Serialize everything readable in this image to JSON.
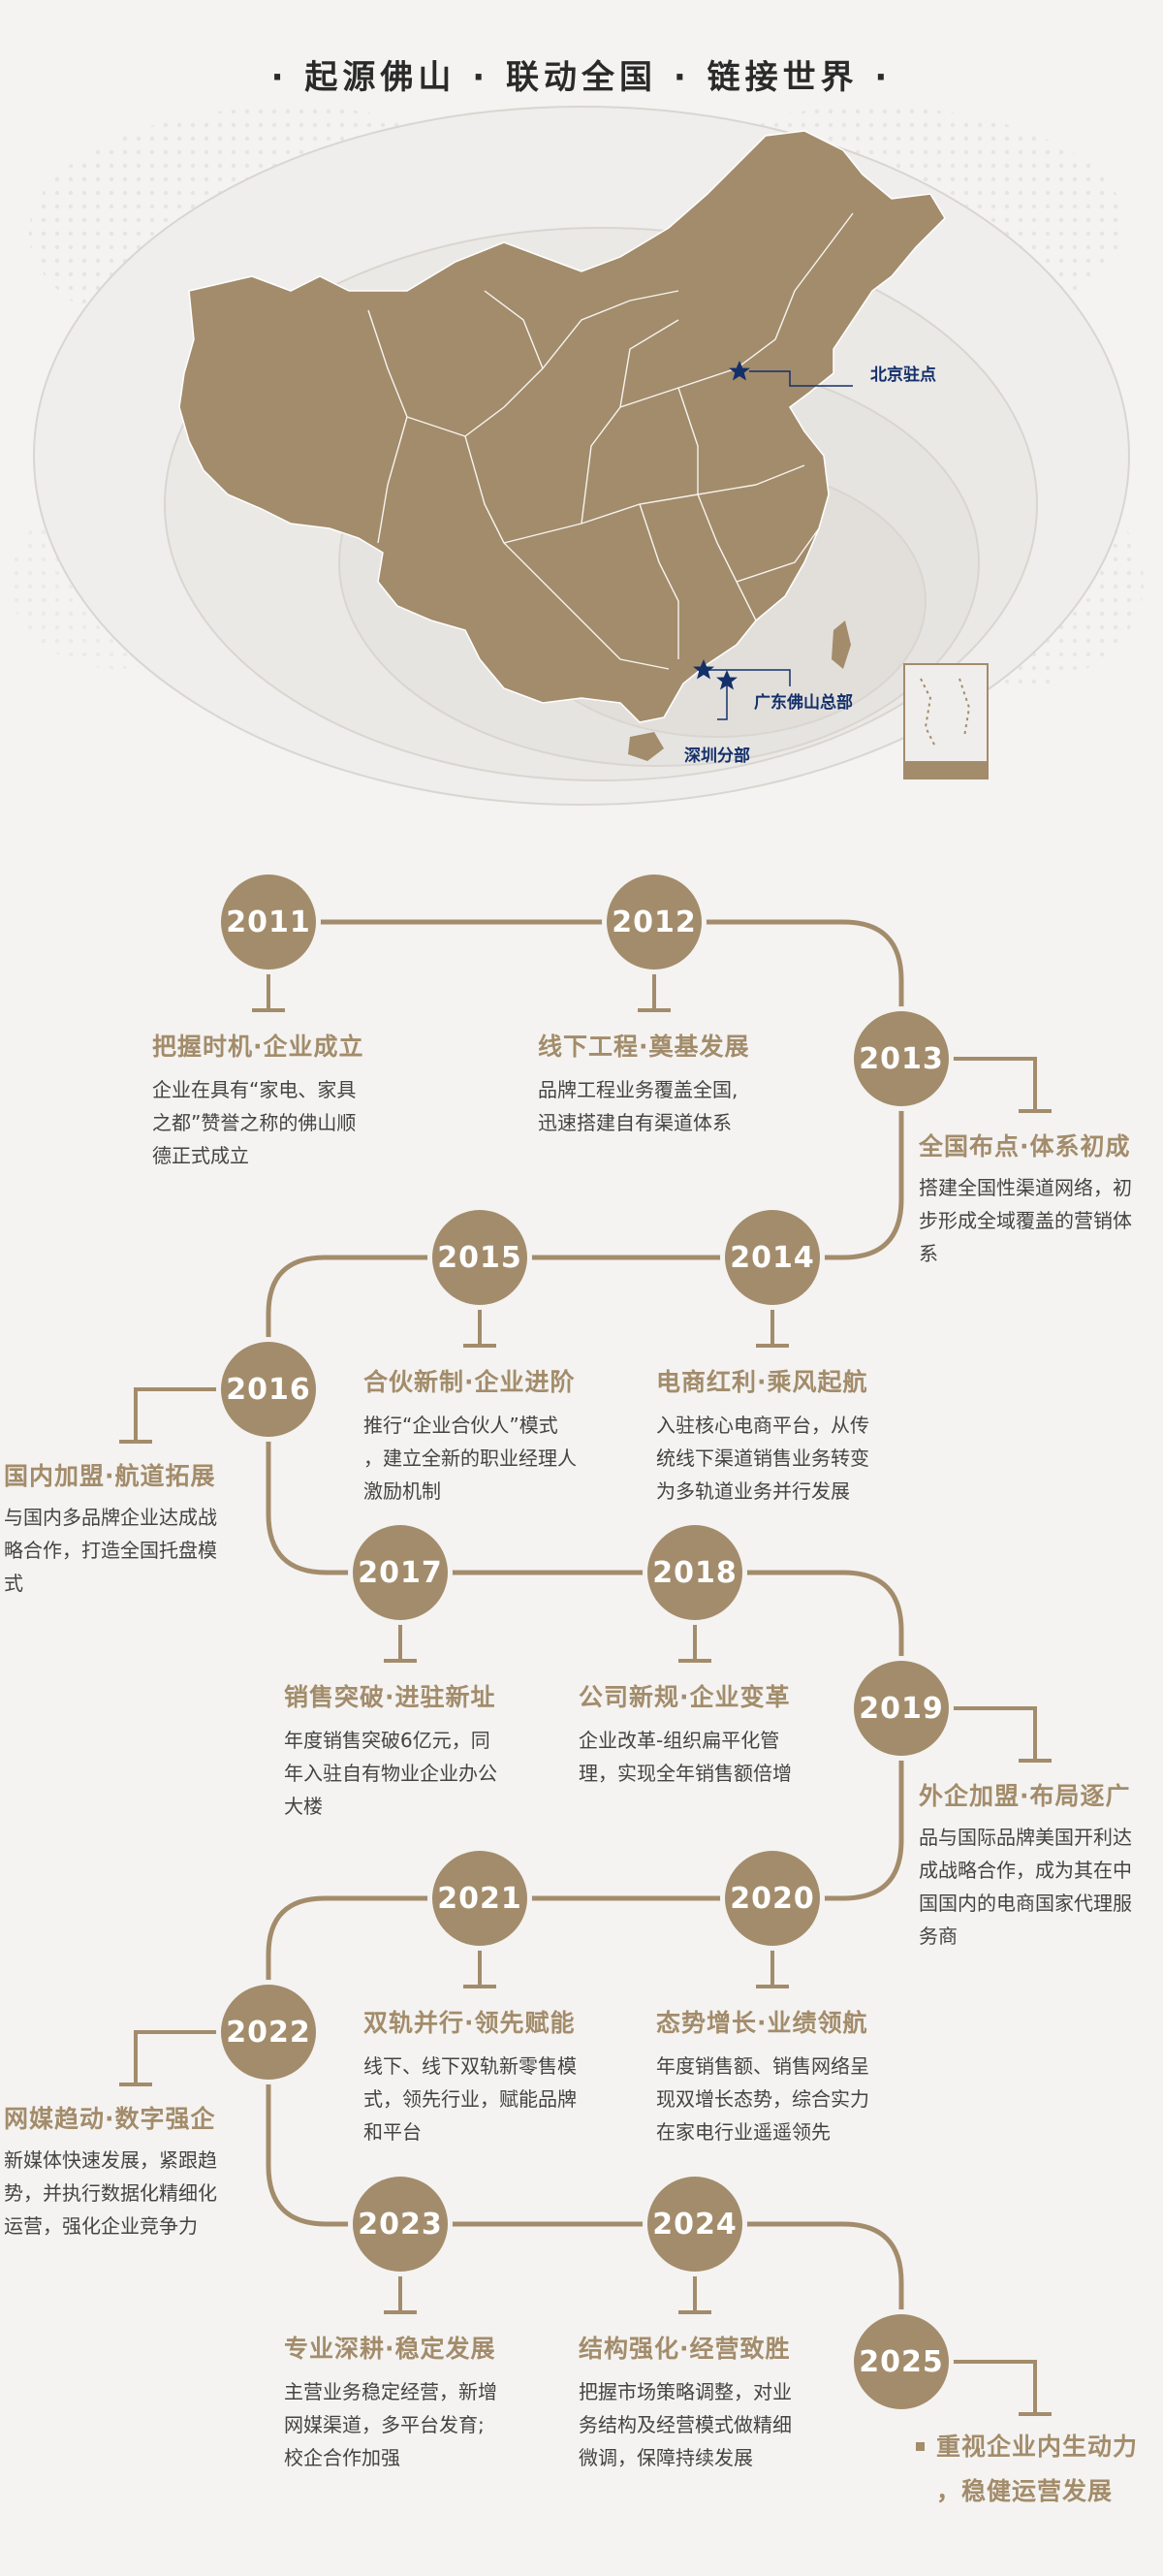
{
  "header": {
    "headline": "· 起源佛山 · 联动全国 · 链接世界 ·"
  },
  "map": {
    "locations": {
      "beijing": "北京驻点",
      "guangdong": "广东佛山总部",
      "shenzhen": "深圳分部"
    },
    "colors": {
      "map_fill": "#a38c6b",
      "marker": "#14306a",
      "ring": "#d9d6d1"
    },
    "icons": [
      "star-marker-icon"
    ]
  },
  "timeline": {
    "accent": "#a38c6b",
    "milestones": [
      {
        "year": "2011",
        "title": "把握时机·企业成立",
        "desc": "企业在具有“家电、家具\n之都”赞誉之称的佛山顺\n德正式成立"
      },
      {
        "year": "2012",
        "title": "线下工程·奠基发展",
        "desc": "品牌工程业务覆盖全国,\n迅速搭建自有渠道体系"
      },
      {
        "year": "2013",
        "title": "全国布点·体系初成",
        "desc": "搭建全国性渠道网络，初\n步形成全域覆盖的营销体\n系"
      },
      {
        "year": "2014",
        "title": "电商红利·乘风起航",
        "desc": "入驻核心电商平台，从传\n统线下渠道销售业务转变\n为多轨道业务并行发展"
      },
      {
        "year": "2015",
        "title": "合伙新制·企业进阶",
        "desc": "推行“企业合伙人”模式\n，建立全新的职业经理人\n激励机制"
      },
      {
        "year": "2016",
        "title": "国内加盟·航道拓展",
        "desc": "与国内多品牌企业达成战\n略合作，打造全国托盘模\n式"
      },
      {
        "year": "2017",
        "title": "销售突破·进驻新址",
        "desc": "年度销售突破6亿元，同\n年入驻自有物业企业办公\n大楼"
      },
      {
        "year": "2018",
        "title": "公司新规·企业变革",
        "desc": "企业改革-组织扁平化管\n理，实现全年销售额倍增"
      },
      {
        "year": "2019",
        "title": "外企加盟·布局逐广",
        "desc": "品与国际品牌美国开利达\n成战略合作，成为其在中\n国国内的电商国家代理服\n务商"
      },
      {
        "year": "2020",
        "title": "态势增长·业绩领航",
        "desc": "年度销售额、销售网络呈\n现双增长态势，综合实力\n在家电行业遥遥领先"
      },
      {
        "year": "2021",
        "title": "双轨并行·领先赋能",
        "desc": "线下、线下双轨新零售模\n式，领先行业，赋能品牌\n和平台"
      },
      {
        "year": "2022",
        "title": "网媒趋动·数字强企",
        "desc": "新媒体快速发展，紧跟趋\n势，并执行数据化精细化\n运营，强化企业竞争力"
      },
      {
        "year": "2023",
        "title": "专业深耕·稳定发展",
        "desc": "主营业务稳定经营，新增\n网媒渠道，多平台发育;\n校企合作加强"
      },
      {
        "year": "2024",
        "title": "结构强化·经营致胜",
        "desc": "把握市场策略调整，对业\n务结构及经营模式做精细\n微调，保障持续发展"
      },
      {
        "year": "2025",
        "title": "重视企业内生动力\n，稳健运营发展",
        "desc": ""
      }
    ]
  }
}
